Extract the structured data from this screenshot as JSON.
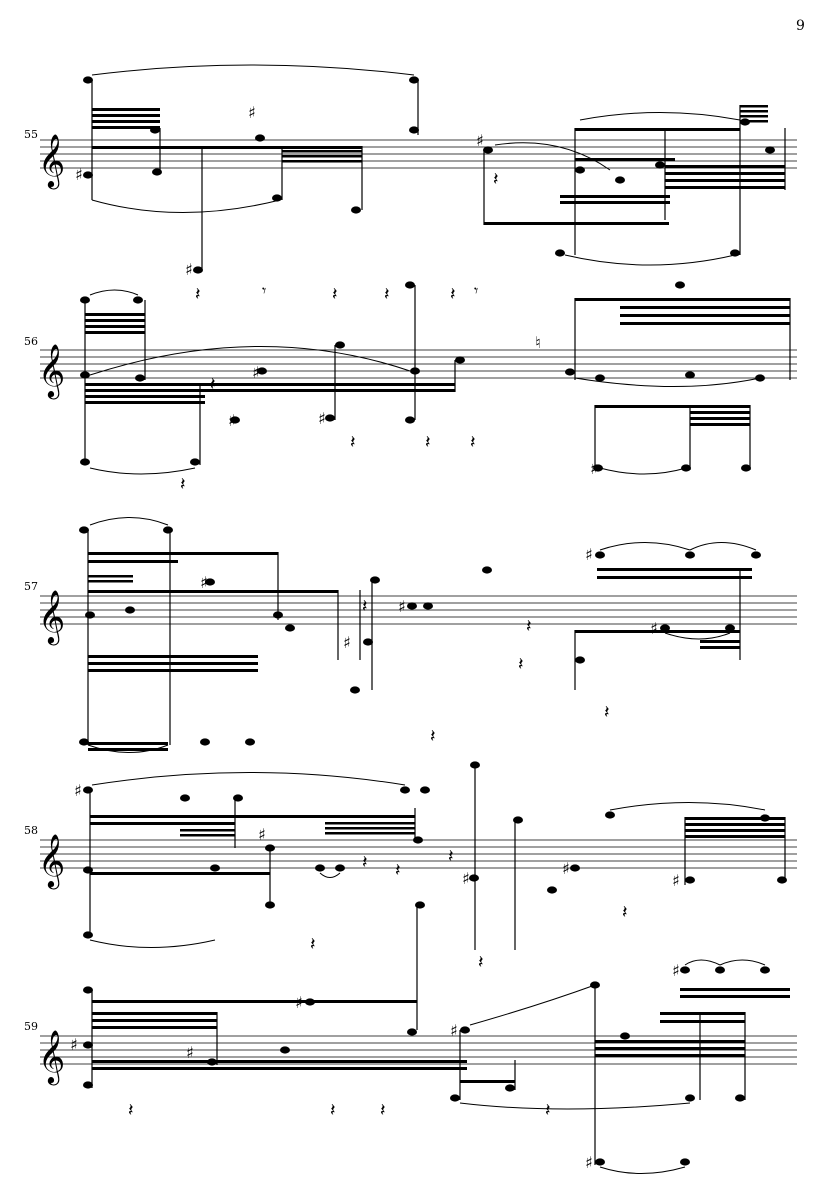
{
  "page": {
    "number": "9",
    "clef_glyph": "𝄞",
    "accidental_sharp": "♯",
    "accidental_natural": "♮",
    "rest_glyph": "𝄽",
    "eighth_rest_glyph": "𝄾"
  },
  "systems": [
    {
      "measure": "55"
    },
    {
      "measure": "56"
    },
    {
      "measure": "57"
    },
    {
      "measure": "58"
    },
    {
      "measure": "59"
    }
  ]
}
